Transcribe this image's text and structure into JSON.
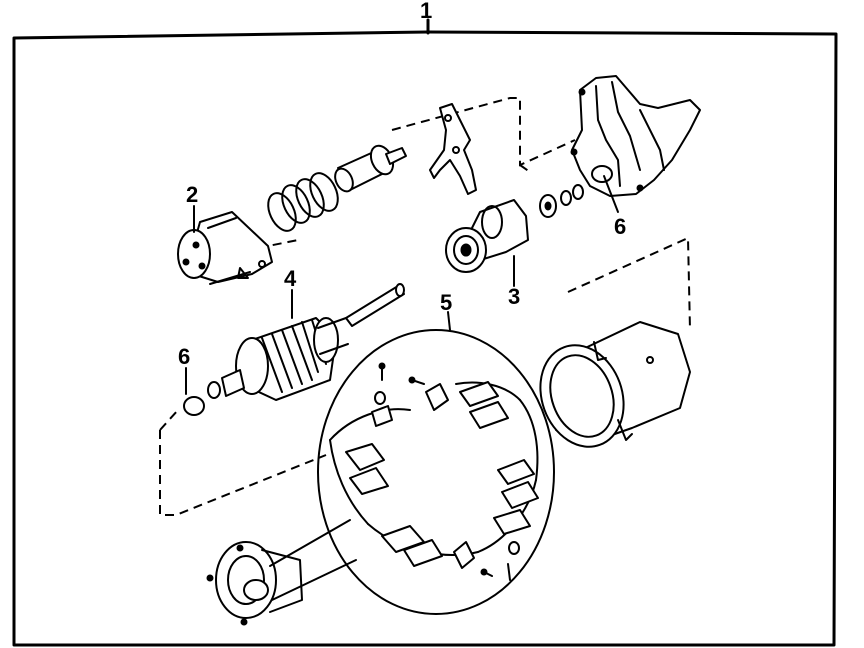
{
  "diagram": {
    "callouts": {
      "assembly": "1",
      "solenoid": "2",
      "drive": "3",
      "armature": "4",
      "brush_plate": "5",
      "bushing_left": "6",
      "bushing_right": "6"
    },
    "colors": {
      "line": "#000000",
      "background": "#ffffff"
    }
  }
}
